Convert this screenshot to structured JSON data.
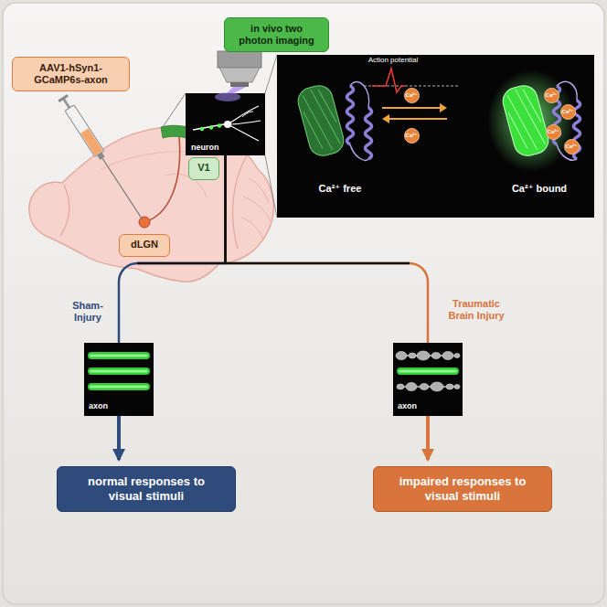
{
  "diagram": {
    "nodes": [
      {
        "text": [
          "in vivo two photon imaging"
        ]
      },
      {
        "text": [
          "neuron"
        ]
      },
      {
        "text": [
          "Action potential",
          "Ca²⁺ free",
          "Ca²⁺ bound"
        ]
      },
      {
        "text": [
          "Ca²⁺"
        ],
        "in": 2
      },
      {
        "text": [
          "Ca²⁺"
        ],
        "in": 2
      },
      {
        "text": [
          "Ca²⁺"
        ],
        "in": 2
      },
      {
        "text": [
          "Ca²⁺"
        ],
        "in": 2
      },
      {
        "text": [
          "Ca²⁺"
        ],
        "in": 2
      },
      {
        "text": [
          "Ca²⁺"
        ],
        "in": 2
      },
      {
        "text": [
          "AAV1-hSyn1-GCaMP6s-axon"
        ]
      },
      {
        "text": [
          "V1"
        ]
      },
      {
        "text": [
          "dLGN"
        ]
      },
      {
        "text": [
          "axon"
        ]
      },
      {
        "text": [
          "axon"
        ]
      },
      {
        "text": [
          "normal responses to visual stimuli"
        ]
      },
      {
        "text": [
          "impaired responses to visual stimuli"
        ]
      }
    ],
    "edges": [
      {
        "from": 1,
        "to": 12,
        "arrow": "none"
      },
      {
        "from": 1,
        "to": 13,
        "arrow": "none"
      },
      {
        "from": 12,
        "to": 14,
        "arrow": "to"
      },
      {
        "from": 13,
        "to": 15,
        "arrow": "to"
      }
    ],
    "labels": [
      "Sham-Injury",
      "Traumatic Brain Injury"
    ]
  }
}
